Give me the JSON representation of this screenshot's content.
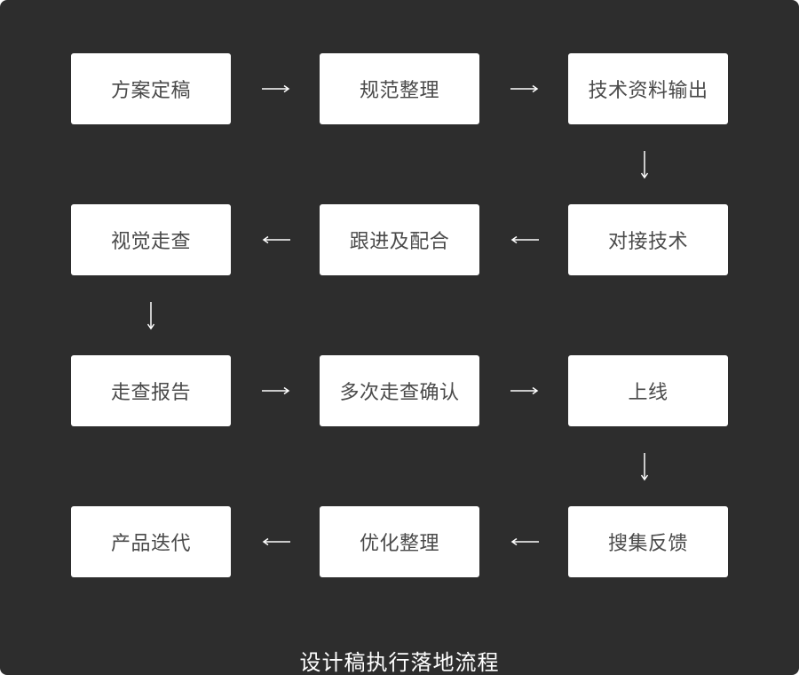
{
  "steps": [
    "方案定稿",
    "规范整理",
    "技术资料输出",
    "视觉走查",
    "跟进及配合",
    "对接技术",
    "走查报告",
    "多次走查确认",
    "上线",
    "产品迭代",
    "优化整理",
    "搜集反馈"
  ],
  "caption": "设计稿执行落地流程",
  "colors": {
    "background": "#2d2d2d",
    "box": "#ffffff",
    "box_text": "#4a4a4a",
    "arrow": "#ffffff"
  },
  "icons": {
    "arrow_right": "arrow-right-icon",
    "arrow_left": "arrow-left-icon",
    "arrow_down": "arrow-down-icon"
  }
}
